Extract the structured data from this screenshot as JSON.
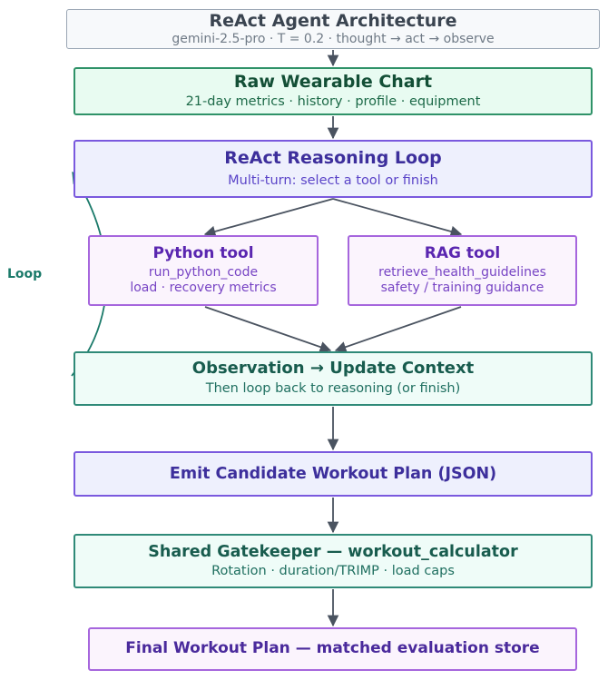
{
  "header": {
    "title": "ReAct Agent Architecture",
    "subtitle": "gemini-2.5-pro  ·  T = 0.2  ·  thought → act → observe"
  },
  "raw": {
    "title": "Raw Wearable Chart",
    "subtitle": "21-day metrics · history · profile · equipment"
  },
  "react": {
    "title": "ReAct Reasoning Loop",
    "subtitle": "Multi-turn: select a tool or finish"
  },
  "python_tool": {
    "title": "Python tool",
    "line1": "run_python_code",
    "line2": "load · recovery metrics"
  },
  "rag_tool": {
    "title": "RAG tool",
    "line1": "retrieve_health_guidelines",
    "line2": "safety / training guidance"
  },
  "observation": {
    "title": "Observation → Update Context",
    "subtitle": "Then loop back to reasoning  (or finish)"
  },
  "emit": {
    "title": "Emit Candidate Workout Plan (JSON)"
  },
  "gatekeeper": {
    "title": "Shared Gatekeeper — workout_calculator",
    "subtitle": "Rotation · duration/TRIMP · load caps"
  },
  "final": {
    "title": "Final Workout Plan — matched evaluation store"
  },
  "loop": {
    "label": "Loop"
  },
  "colors": {
    "arrow": "#4a5360",
    "loop_arrow": "#1b7a6a"
  }
}
